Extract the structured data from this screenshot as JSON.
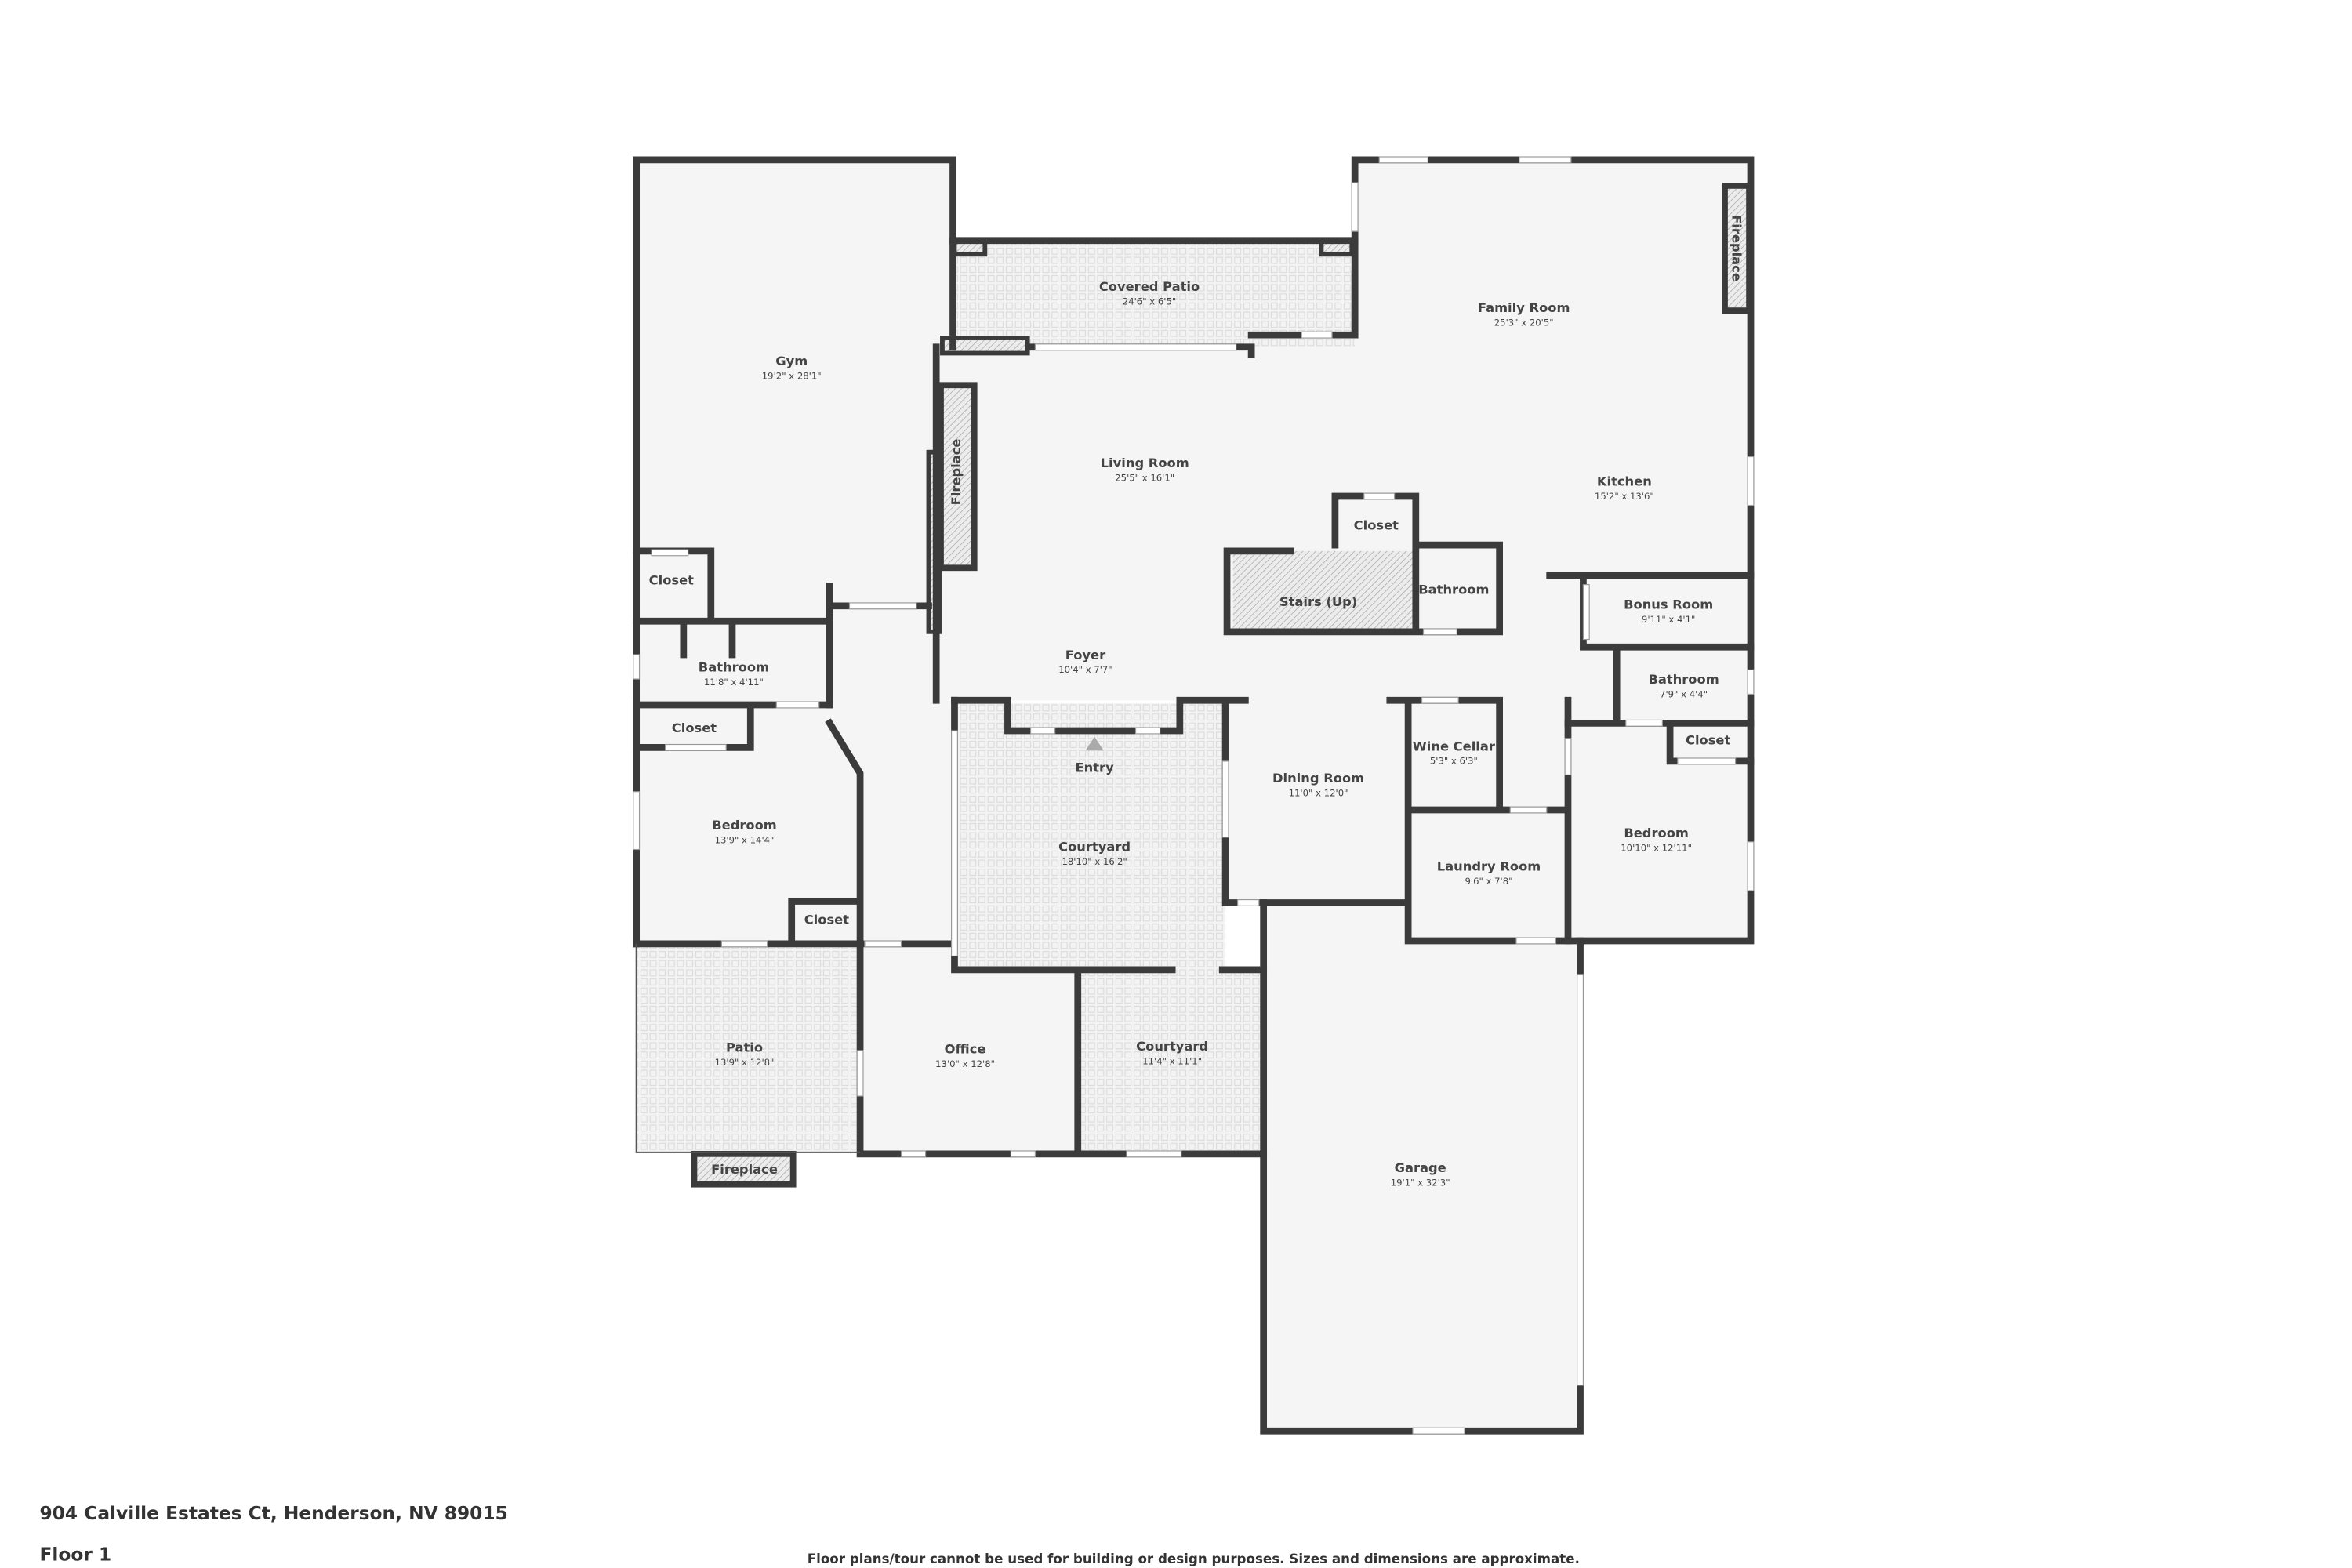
{
  "address": "904 Calville Estates Ct, Henderson, NV 89015",
  "floor": "Floor 1",
  "disclaimer": "Floor plans/tour cannot be used for building or design purposes. Sizes and dimensions are approximate.",
  "entry_label": "Entry",
  "colors": {
    "wall": "#3b3b3b",
    "floor": "#f5f5f5",
    "text": "#444444"
  },
  "rooms": {
    "gym": {
      "name": "Gym",
      "dims": "19'2\" x 28'1\""
    },
    "covered_patio": {
      "name": "Covered Patio",
      "dims": "24'6\" x 6'5\""
    },
    "family_room": {
      "name": "Family Room",
      "dims": "25'3\" x 20'5\""
    },
    "living_room": {
      "name": "Living Room",
      "dims": "25'5\" x 16'1\""
    },
    "kitchen": {
      "name": "Kitchen",
      "dims": "15'2\" x 13'6\""
    },
    "closet_center": {
      "name": "Closet"
    },
    "stairs": {
      "name": "Stairs (Up)"
    },
    "bathroom_center": {
      "name": "Bathroom"
    },
    "bonus_room": {
      "name": "Bonus Room",
      "dims": "9'11\" x 4'1\""
    },
    "bathroom_right": {
      "name": "Bathroom",
      "dims": "7'9\" x 4'4\""
    },
    "closet_right": {
      "name": "Closet"
    },
    "bedroom_right": {
      "name": "Bedroom",
      "dims": "10'10\" x 12'11\""
    },
    "closet_gym": {
      "name": "Closet"
    },
    "bathroom_left": {
      "name": "Bathroom",
      "dims": "11'8\" x 4'11\""
    },
    "closet_left": {
      "name": "Closet"
    },
    "bedroom_left": {
      "name": "Bedroom",
      "dims": "13'9\" x 14'4\""
    },
    "closet_bedroom_left": {
      "name": "Closet"
    },
    "foyer": {
      "name": "Foyer",
      "dims": "10'4\" x 7'7\""
    },
    "courtyard_1": {
      "name": "Courtyard",
      "dims": "18'10\" x 16'2\""
    },
    "dining_room": {
      "name": "Dining Room",
      "dims": "11'0\" x 12'0\""
    },
    "wine_cellar": {
      "name": "Wine Cellar",
      "dims": "5'3\" x 6'3\""
    },
    "laundry_room": {
      "name": "Laundry Room",
      "dims": "9'6\" x 7'8\""
    },
    "patio": {
      "name": "Patio",
      "dims": "13'9\" x 12'8\""
    },
    "office": {
      "name": "Office",
      "dims": "13'0\" x 12'8\""
    },
    "courtyard_2": {
      "name": "Courtyard",
      "dims": "11'4\" x 11'1\""
    },
    "garage": {
      "name": "Garage",
      "dims": "19'1\" x 32'3\""
    }
  },
  "fireplaces": {
    "left": "Fireplace",
    "right": "Fireplace",
    "bottom": "Fireplace"
  }
}
